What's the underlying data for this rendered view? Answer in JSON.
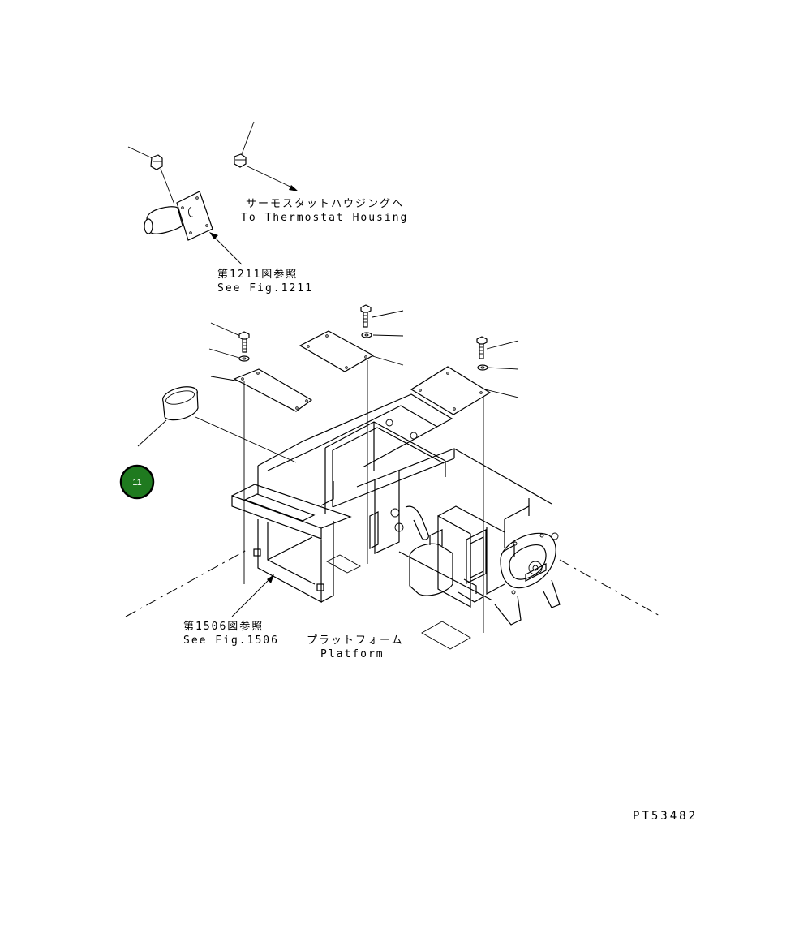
{
  "labels": {
    "thermostat_jp": "サーモスタットハウジングヘ",
    "thermostat_en": "To Thermostat Housing",
    "fig1211_jp": "第1211図参照",
    "fig1211_en": "See Fig.1211",
    "fig1506_jp": "第1506図参照",
    "fig1506_en": "See Fig.1506",
    "platform_jp": "プラットフォーム",
    "platform_en": "Platform",
    "drawing_code": "PT53482"
  },
  "callouts": [
    {
      "number": "11",
      "color": "#1f7a1f"
    }
  ],
  "colors": {
    "line": "#000000",
    "background": "#ffffff",
    "callout_fill": "#1f7a1f",
    "callout_border": "#000000"
  }
}
